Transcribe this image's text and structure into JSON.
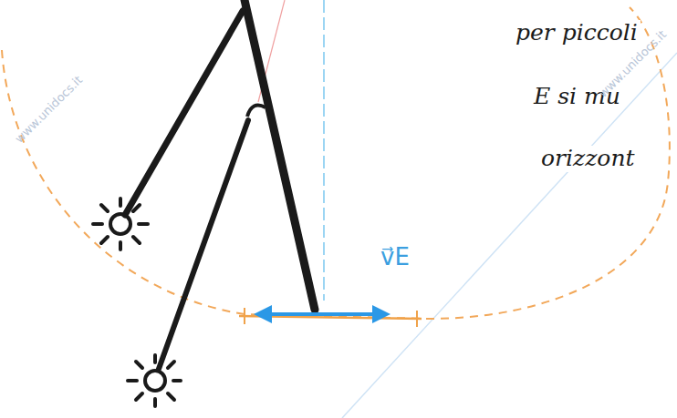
{
  "diagram": {
    "labels": [
      "per piccoli",
      "E si mu",
      "orizzont",
      "v⃗E",
      "www.unidocs.it",
      "www.unidocs.it"
    ]
  }
}
